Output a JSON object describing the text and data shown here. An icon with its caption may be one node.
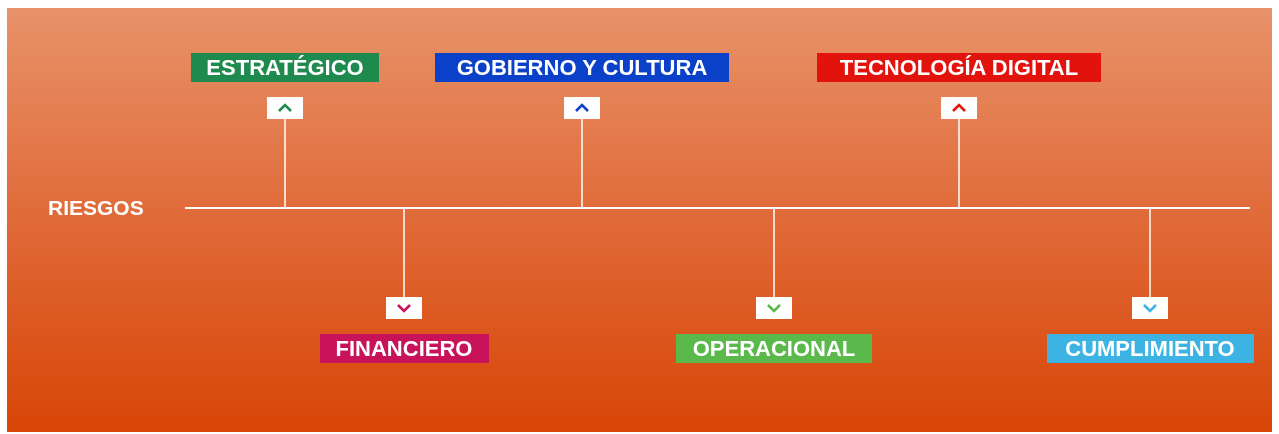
{
  "diagram": {
    "nodes": [
      {
        "text": [],
        "shape": "bar",
        "beside": [
          "RIESGOS"
        ]
      },
      {
        "text": [
          "ESTRATÉGICO"
        ]
      },
      {
        "text": [
          "GOBIERNO Y CULTURA"
        ]
      },
      {
        "text": [
          "TECNOLOGÍA DIGITAL"
        ]
      },
      {
        "text": [
          "FINANCIERO"
        ]
      },
      {
        "text": [
          "OPERACIONAL"
        ]
      },
      {
        "text": [
          "CUMPLIMIENTO"
        ]
      }
    ],
    "edges": [
      {
        "from": 0,
        "to": 1,
        "arrow": "none"
      },
      {
        "from": 0,
        "to": 4,
        "arrow": "none"
      },
      {
        "from": 0,
        "to": 2,
        "arrow": "none"
      },
      {
        "from": 0,
        "to": 5,
        "arrow": "none"
      },
      {
        "from": 0,
        "to": 3,
        "arrow": "none"
      },
      {
        "from": 0,
        "to": 6,
        "arrow": "none"
      }
    ]
  }
}
